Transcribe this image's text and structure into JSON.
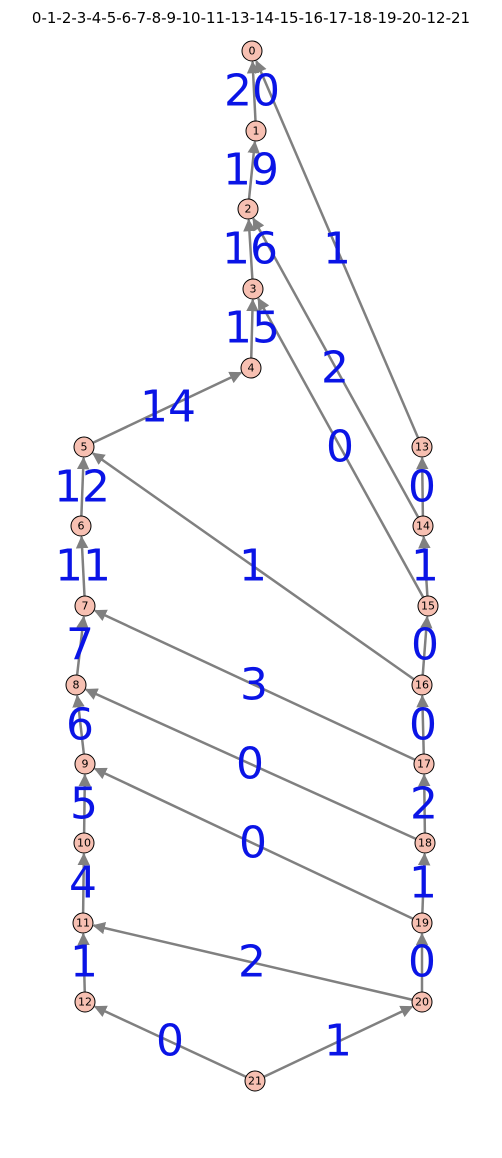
{
  "title": "0-1-2-3-4-5-6-7-8-9-10-11-13-14-15-16-17-18-19-20-12-21",
  "colors": {
    "node_fill": "#f7c0b2",
    "node_stroke": "#000000",
    "edge": "#808080",
    "label": "#0a14e6"
  },
  "nodes": [
    {
      "id": "0"
    },
    {
      "id": "1"
    },
    {
      "id": "2"
    },
    {
      "id": "3"
    },
    {
      "id": "4"
    },
    {
      "id": "5"
    },
    {
      "id": "6"
    },
    {
      "id": "7"
    },
    {
      "id": "8"
    },
    {
      "id": "9"
    },
    {
      "id": "10"
    },
    {
      "id": "11"
    },
    {
      "id": "12"
    },
    {
      "id": "13"
    },
    {
      "id": "14"
    },
    {
      "id": "15"
    },
    {
      "id": "16"
    },
    {
      "id": "17"
    },
    {
      "id": "18"
    },
    {
      "id": "19"
    },
    {
      "id": "20"
    },
    {
      "id": "21"
    }
  ],
  "edges": [
    {
      "from": "1",
      "to": "0",
      "label": "20"
    },
    {
      "from": "2",
      "to": "1",
      "label": "19"
    },
    {
      "from": "3",
      "to": "2",
      "label": "16"
    },
    {
      "from": "4",
      "to": "3",
      "label": "15"
    },
    {
      "from": "5",
      "to": "4",
      "label": "14"
    },
    {
      "from": "6",
      "to": "5",
      "label": "12"
    },
    {
      "from": "7",
      "to": "6",
      "label": "11"
    },
    {
      "from": "8",
      "to": "7",
      "label": "7"
    },
    {
      "from": "9",
      "to": "8",
      "label": "6"
    },
    {
      "from": "10",
      "to": "9",
      "label": "5"
    },
    {
      "from": "11",
      "to": "10",
      "label": "4"
    },
    {
      "from": "12",
      "to": "11",
      "label": "1"
    },
    {
      "from": "13",
      "to": "0",
      "label": "1"
    },
    {
      "from": "14",
      "to": "2",
      "label": "2"
    },
    {
      "from": "15",
      "to": "3",
      "label": "0"
    },
    {
      "from": "14",
      "to": "13",
      "label": "0"
    },
    {
      "from": "15",
      "to": "14",
      "label": "1"
    },
    {
      "from": "16",
      "to": "5",
      "label": "1"
    },
    {
      "from": "16",
      "to": "15",
      "label": "0"
    },
    {
      "from": "17",
      "to": "7",
      "label": "3"
    },
    {
      "from": "17",
      "to": "16",
      "label": "0"
    },
    {
      "from": "18",
      "to": "8",
      "label": "0"
    },
    {
      "from": "18",
      "to": "17",
      "label": "2"
    },
    {
      "from": "19",
      "to": "9",
      "label": "0"
    },
    {
      "from": "19",
      "to": "18",
      "label": "1"
    },
    {
      "from": "20",
      "to": "11",
      "label": "2"
    },
    {
      "from": "20",
      "to": "19",
      "label": "0"
    },
    {
      "from": "21",
      "to": "12",
      "label": "0"
    },
    {
      "from": "21",
      "to": "20",
      "label": "1"
    }
  ]
}
